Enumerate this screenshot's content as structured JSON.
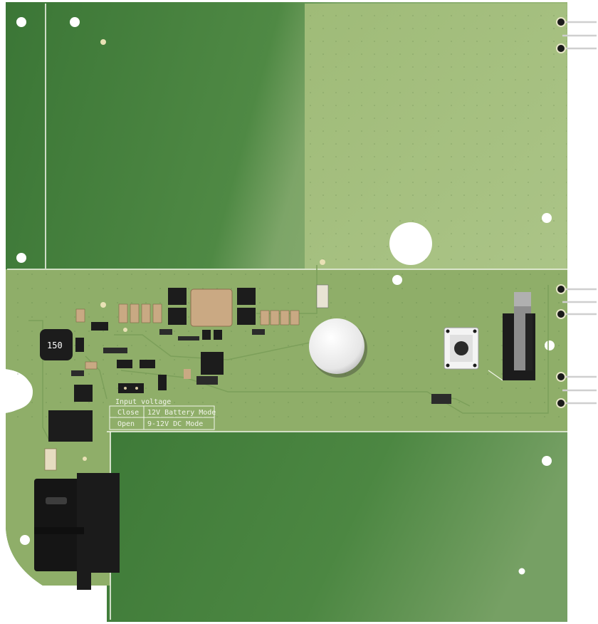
{
  "image": {
    "subject": "pcb-board",
    "colors": {
      "board_dark": "#3f7a3a",
      "board_mid": "#5f944e",
      "board_light": "#9bb877",
      "strip": "#8fb06a",
      "silkscreen": "#f2f5ea",
      "component_black": "#1c1c1c",
      "component_tan": "#c9a983",
      "battery_white": "#f3f3f3",
      "pins": "#cfcfcf"
    }
  },
  "silkscreen": {
    "inductor_label": "150",
    "table_title": "Input voltage",
    "table_rows": [
      {
        "state": "Close",
        "mode": "12V Battery Mode"
      },
      {
        "state": "Open",
        "mode": "9-12V DC Mode"
      }
    ]
  }
}
